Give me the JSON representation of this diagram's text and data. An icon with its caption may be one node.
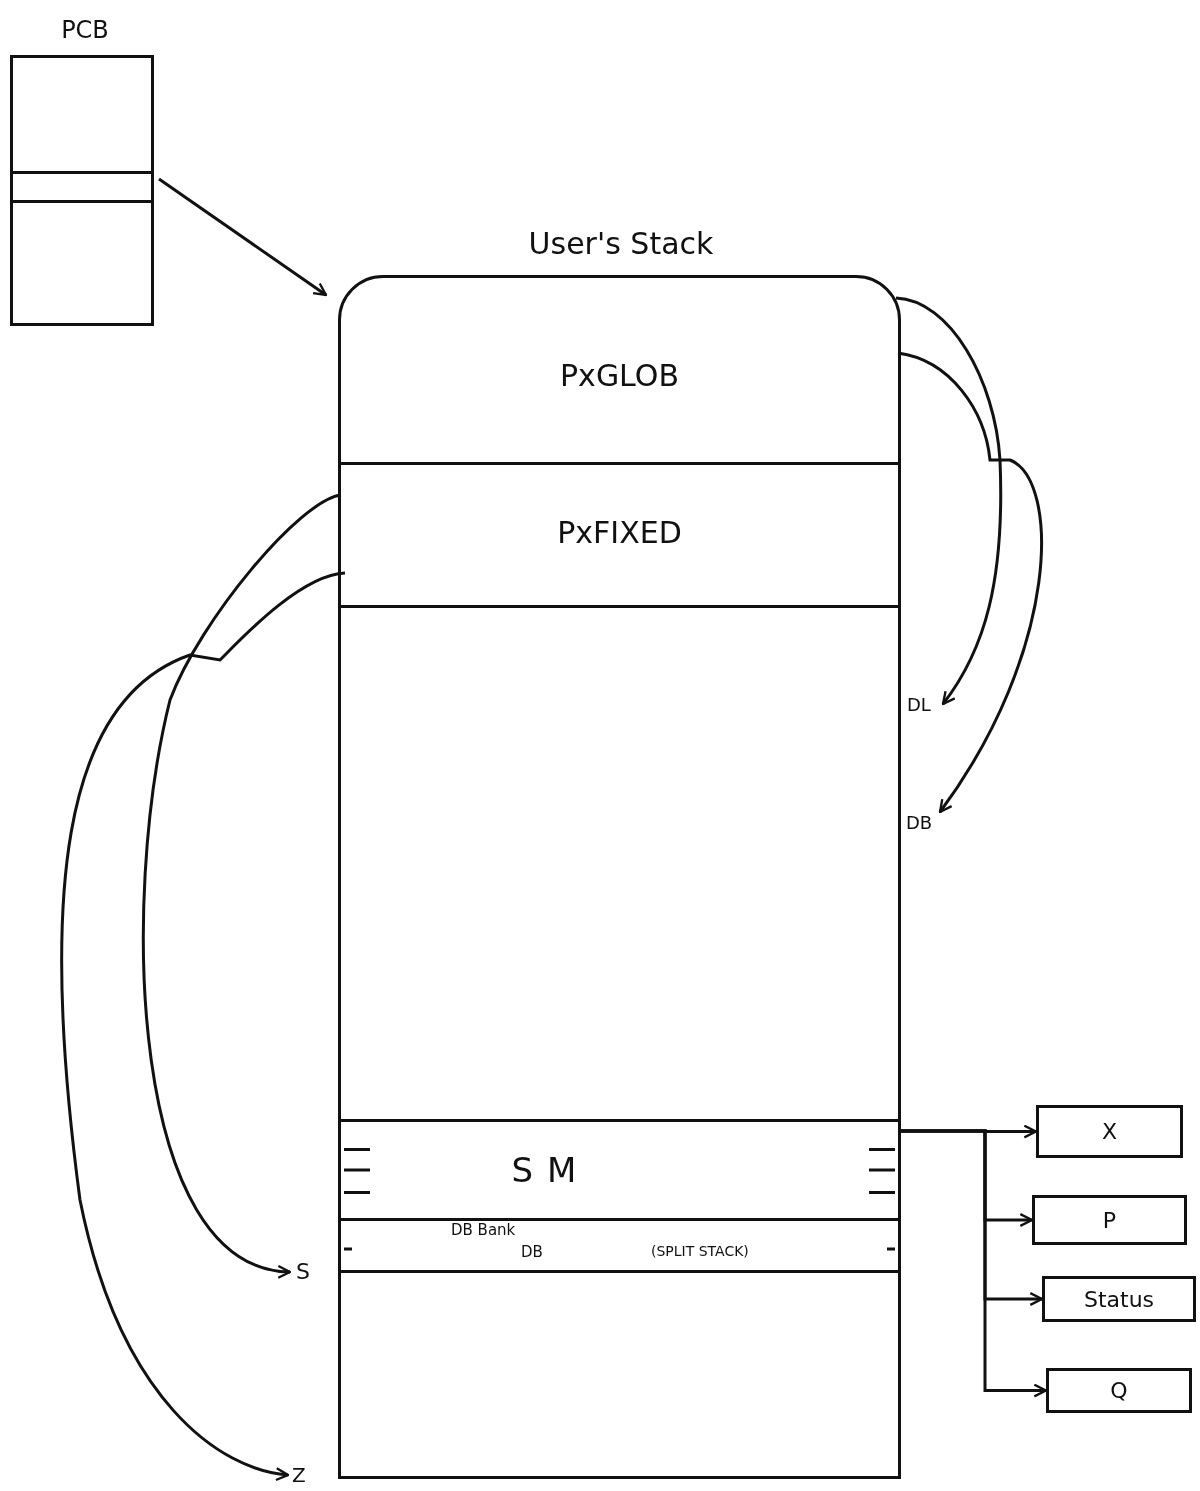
{
  "diagram": {
    "nodes": [
      {
        "text": [
          "PCB"
        ]
      },
      {
        "text": [],
        "shape": "box",
        "in": 0
      },
      {
        "text": [
          "User's Stack"
        ]
      },
      {
        "text": [
          "PxGLOB"
        ],
        "in": 2
      },
      {
        "text": [
          "PxFIXED"
        ],
        "in": 2
      },
      {
        "text": [
          "SM"
        ],
        "in": 2
      },
      {
        "text": [
          "DB Bank",
          "DB",
          "(SPLIT STACK)"
        ],
        "in": 2
      },
      {
        "text": [
          "DL"
        ]
      },
      {
        "text": [
          "DB"
        ]
      },
      {
        "text": [
          "S"
        ]
      },
      {
        "text": [
          "Z"
        ]
      },
      {
        "text": [
          "X"
        ]
      },
      {
        "text": [
          "P"
        ]
      },
      {
        "text": [
          "Status"
        ]
      },
      {
        "text": [
          "Q"
        ]
      }
    ],
    "edges": [
      {
        "from": 1,
        "to": 2,
        "arrow": "to"
      },
      {
        "from": 3,
        "to": 7,
        "arrow": "to"
      },
      {
        "from": 3,
        "to": 8,
        "arrow": "to"
      },
      {
        "from": 4,
        "to": 9,
        "arrow": "to"
      },
      {
        "from": 4,
        "to": 10,
        "arrow": "to"
      },
      {
        "from": 5,
        "to": 11,
        "arrow": "to"
      },
      {
        "from": 5,
        "to": 12,
        "arrow": "to"
      },
      {
        "from": 5,
        "to": 13,
        "arrow": "to"
      },
      {
        "from": 5,
        "to": 14,
        "arrow": "to"
      }
    ]
  }
}
